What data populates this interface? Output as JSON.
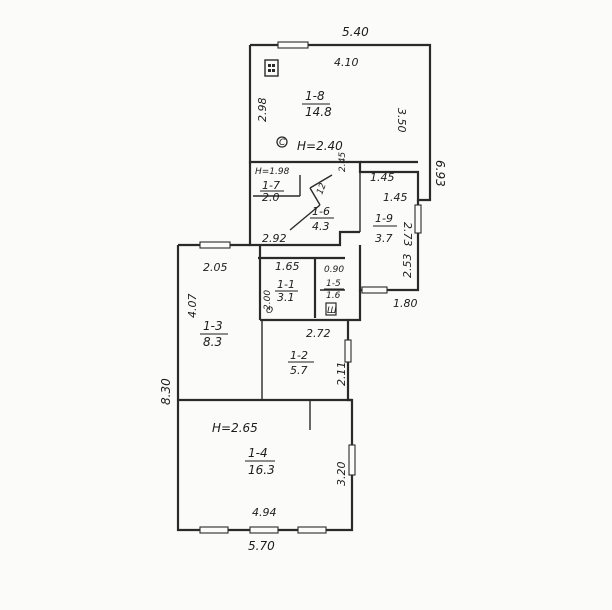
{
  "plan": {
    "outer": {
      "top_width": "5.40",
      "right_height": "6.93",
      "left_height": "8.30",
      "bottom_width": "5.70"
    },
    "height_marks": {
      "upper": "H=2.40",
      "stair": "H=1.98",
      "lower": "H=2.65"
    },
    "rooms": [
      {
        "id": "1-8",
        "area": "14.8"
      },
      {
        "id": "1-7",
        "area": "2.0"
      },
      {
        "id": "1-6",
        "area": "4.3"
      },
      {
        "id": "1-9",
        "area": "3.7"
      },
      {
        "id": "1-1",
        "area": "3.1"
      },
      {
        "id": "1-5",
        "area": "1.6"
      },
      {
        "id": "1-3",
        "area": "8.3"
      },
      {
        "id": "1-2",
        "area": "5.7"
      },
      {
        "id": "1-4",
        "area": "16.3"
      }
    ],
    "dims": {
      "d_410": "4.10",
      "d_298": "2.98",
      "d_350": "3.50",
      "d_145a": "1.45",
      "d_145b": "1.45",
      "d_245": "2.45",
      "d_292": "2.92",
      "d_273": "2.73",
      "d_253": "2.53",
      "d_180": "1.80",
      "d_205": "2.05",
      "d_165": "1.65",
      "d_090": "0.90",
      "d_407": "4.07",
      "d_200": "2.00",
      "d_272": "2.72",
      "d_211": "2.11",
      "d_320": "3.20",
      "d_494": "4.94",
      "d_12": "12",
      "d_wc": "Ш"
    },
    "symbols": {
      "upper_mark": "C",
      "lower_mark": "O"
    }
  }
}
